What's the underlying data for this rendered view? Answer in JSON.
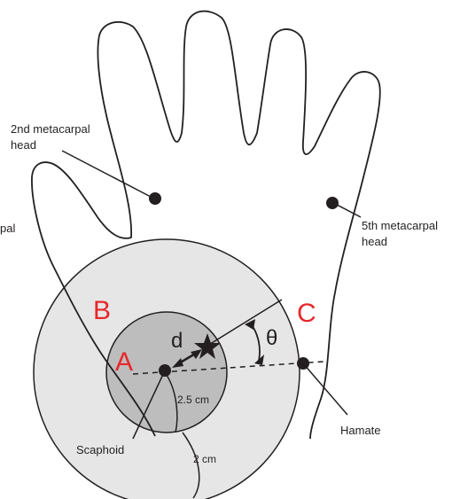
{
  "labels": {
    "second_metacarpal_line1": "2nd metacarpal",
    "second_metacarpal_line2": "head",
    "fifth_metacarpal_line1": "5th metacarpal",
    "fifth_metacarpal_line2": "head",
    "cut_off_left": "pal",
    "hamate": "Hamate",
    "scaphoid": "Scaphoid",
    "inner_radius": "2.5 cm",
    "ring_width": "2 cm"
  },
  "zones": {
    "a": "A",
    "b": "B",
    "c": "C"
  },
  "symbols": {
    "distance": "d",
    "angle": "θ"
  },
  "colors": {
    "outer_zone": "#e6e6e6",
    "inner_zone": "#bdbdbd",
    "outline": "#231f20",
    "zone_letters": "#e8262a"
  }
}
